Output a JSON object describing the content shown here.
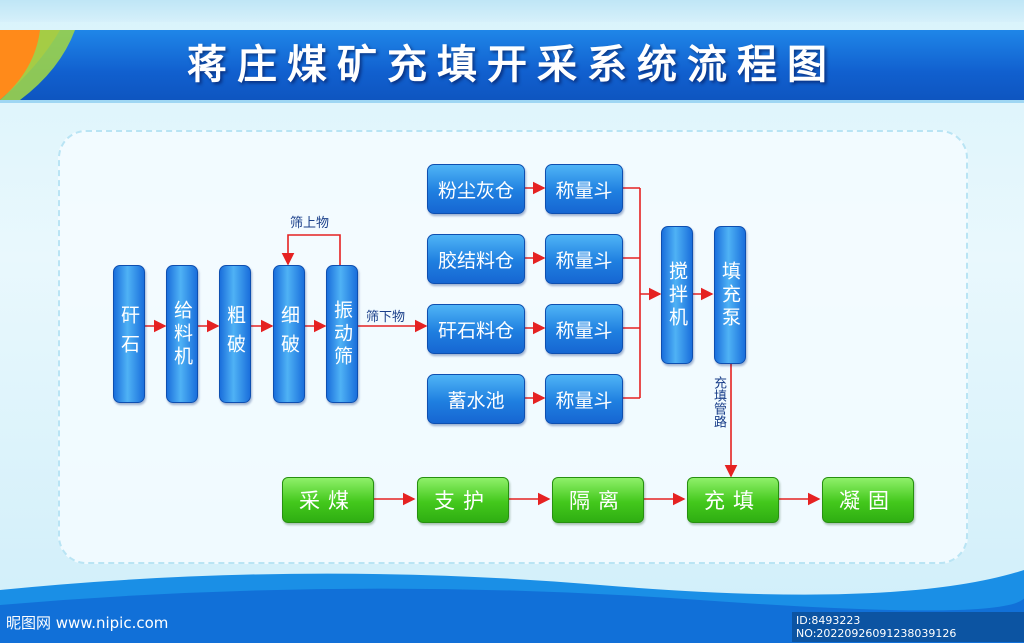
{
  "title": "蒋庄煤矿充填开采系统流程图",
  "chain": [
    "矸石",
    "给料机",
    "粗破",
    "细破",
    "振动筛"
  ],
  "labels": {
    "sieve_over": "筛上物",
    "sieve_under": "筛下物",
    "pipe": "充填管路"
  },
  "silos": [
    "粉尘灰仓",
    "胶结料仓",
    "矸石料仓",
    "蓄水池"
  ],
  "hoppers": [
    "称量斗",
    "称量斗",
    "称量斗",
    "称量斗"
  ],
  "mixer": "搅拌机",
  "pump": "填充泵",
  "process": [
    "采煤",
    "支护",
    "隔离",
    "充填",
    "凝固"
  ],
  "watermark": {
    "site": "昵图网 www.nipic.com",
    "id": "ID:8493223 NO:20220926091238039126"
  },
  "colors": {
    "title_bar": "#1160cf",
    "box_blue": "#1f7fe0",
    "box_green": "#43c81c",
    "arrow": "#e52222"
  }
}
